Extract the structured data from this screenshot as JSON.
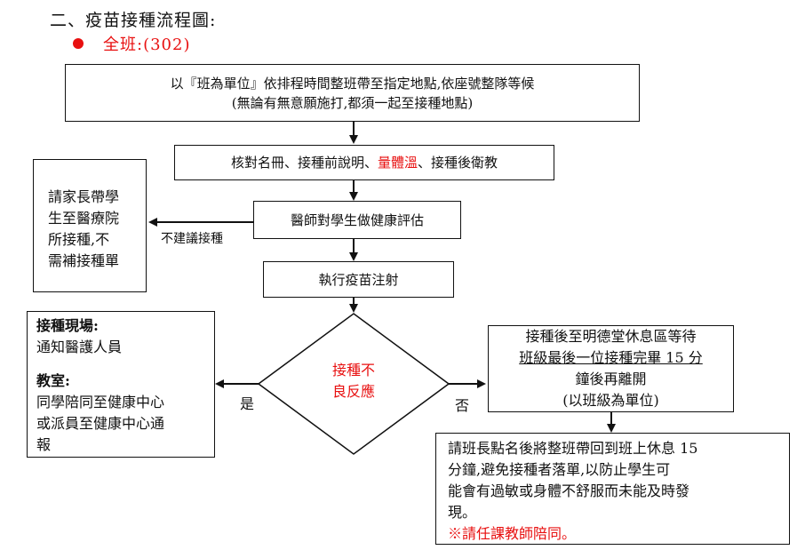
{
  "title": "二、疫苗接種流程圖:",
  "class_label": "全班:(302)",
  "steps": {
    "assemble_line1": "以『班為單位』依排程時間整班帶至指定地點,依座號整隊等候",
    "assemble_line2": "(無論有無意願施打,都須一起至接種地點)",
    "verify_part1": "核對名冊、接種前說明、",
    "verify_red": "量體溫",
    "verify_part2": "、接種後衛教",
    "evaluate": "醫師對學生做健康評估",
    "not_recommended_label": "不建議接種",
    "parent_line1": "請家長帶學",
    "parent_line2": "生至醫療院",
    "parent_line3": "所接種,不",
    "parent_line4": "需補接種單",
    "inject": "執行疫苗注射",
    "reaction_line1": "接種不",
    "reaction_line2": "良反應",
    "yes_label": "是",
    "no_label": "否",
    "onsite_title": "接種現場:",
    "onsite_text": "通知醫護人員",
    "classroom_title": "教室:",
    "classroom_line1": "同學陪同至健康中心",
    "classroom_line2": "或派員至健康中心通",
    "classroom_line3": "報",
    "wait_line1": "接種後至明德堂休息區等待",
    "wait_line2": "班級最後一位接種完畢 15 分",
    "wait_line3": "鐘後再離開",
    "wait_line4": "(以班級為單位)",
    "return_line1": "請班長點名後將整班帶回到班上休息 15",
    "return_line2": "分鐘,避免接種者落單,以防止學生可",
    "return_line3": "能會有過敏或身體不舒服而未能及時發",
    "return_line4": "現。",
    "return_note": "※請任課教師陪同。"
  },
  "colors": {
    "accent_red": "#e81010",
    "line": "#111111"
  }
}
